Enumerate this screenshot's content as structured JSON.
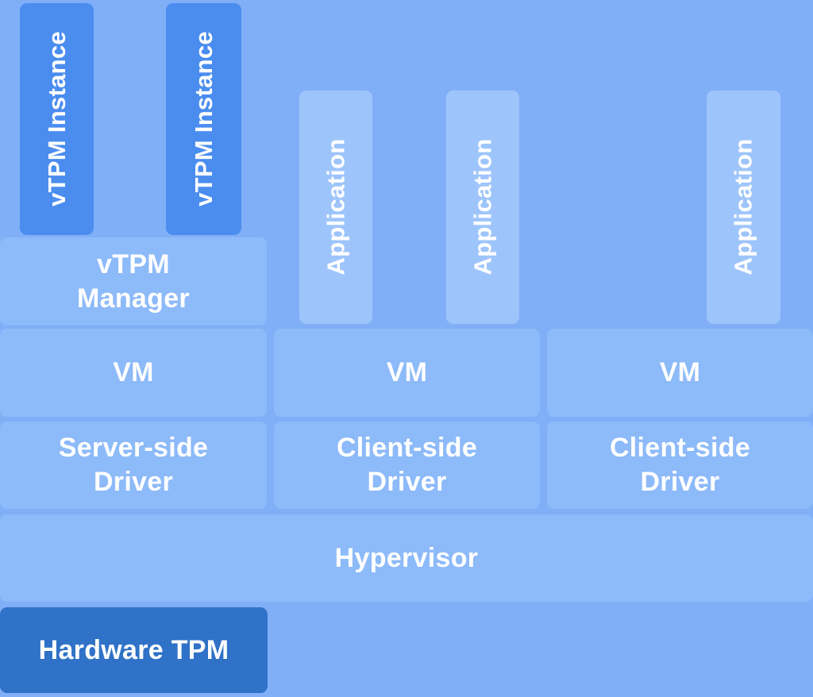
{
  "palette": {
    "background": "#80aff7",
    "box": "#8dbaf9",
    "app_box": "#9ec5fb",
    "instance_box": "#4a8def",
    "hardware_box": "#2f72c7",
    "label_text": "#ffffff"
  },
  "diagram": {
    "vtpm_instances": [
      "vTPM Instance",
      "vTPM Instance"
    ],
    "vtpm_manager": {
      "line1": "vTPM",
      "line2": "Manager"
    },
    "applications": [
      "Application",
      "Application",
      "Application"
    ],
    "vms": [
      "VM",
      "VM",
      "VM"
    ],
    "drivers": [
      {
        "line1": "Server-side",
        "line2": "Driver"
      },
      {
        "line1": "Client-side",
        "line2": "Driver"
      },
      {
        "line1": "Client-side",
        "line2": "Driver"
      }
    ],
    "hypervisor": "Hypervisor",
    "hardware_tpm": "Hardware TPM"
  }
}
